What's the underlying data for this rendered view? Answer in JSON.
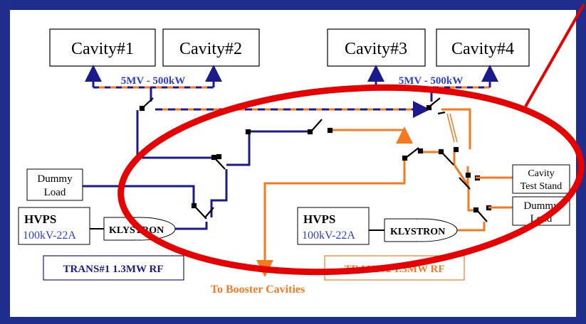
{
  "colors": {
    "frame": "#1f2d8c",
    "navy": "#1a1a8c",
    "orange": "#f47a20",
    "red_highlight": "#e60000",
    "blue_text": "#2d3fcf"
  },
  "cavities": [
    "Cavity#1",
    "Cavity#2",
    "Cavity#3",
    "Cavity#4"
  ],
  "bus_labels": {
    "left": "5MV - 500kW",
    "right": "5MV - 500kW"
  },
  "dummy_load_left": {
    "line1": "Dummy",
    "line2": "Load"
  },
  "dummy_load_right": {
    "line1": "Dummy",
    "line2": "Load"
  },
  "test_stand": {
    "line1": "Cavity",
    "line2": "Test Stand"
  },
  "hvps_left": {
    "title": "HVPS",
    "rating": "100kV-22A"
  },
  "hvps_right": {
    "title": "HVPS",
    "rating": "100kV-22A"
  },
  "klystron_left": "KLYSTRON",
  "klystron_right": "KLYSTRON",
  "trans_left": "TRANS#1 1.3MW RF",
  "trans_right": "TRANS#2 1.3MW RF",
  "booster_label": "To Booster Cavities"
}
